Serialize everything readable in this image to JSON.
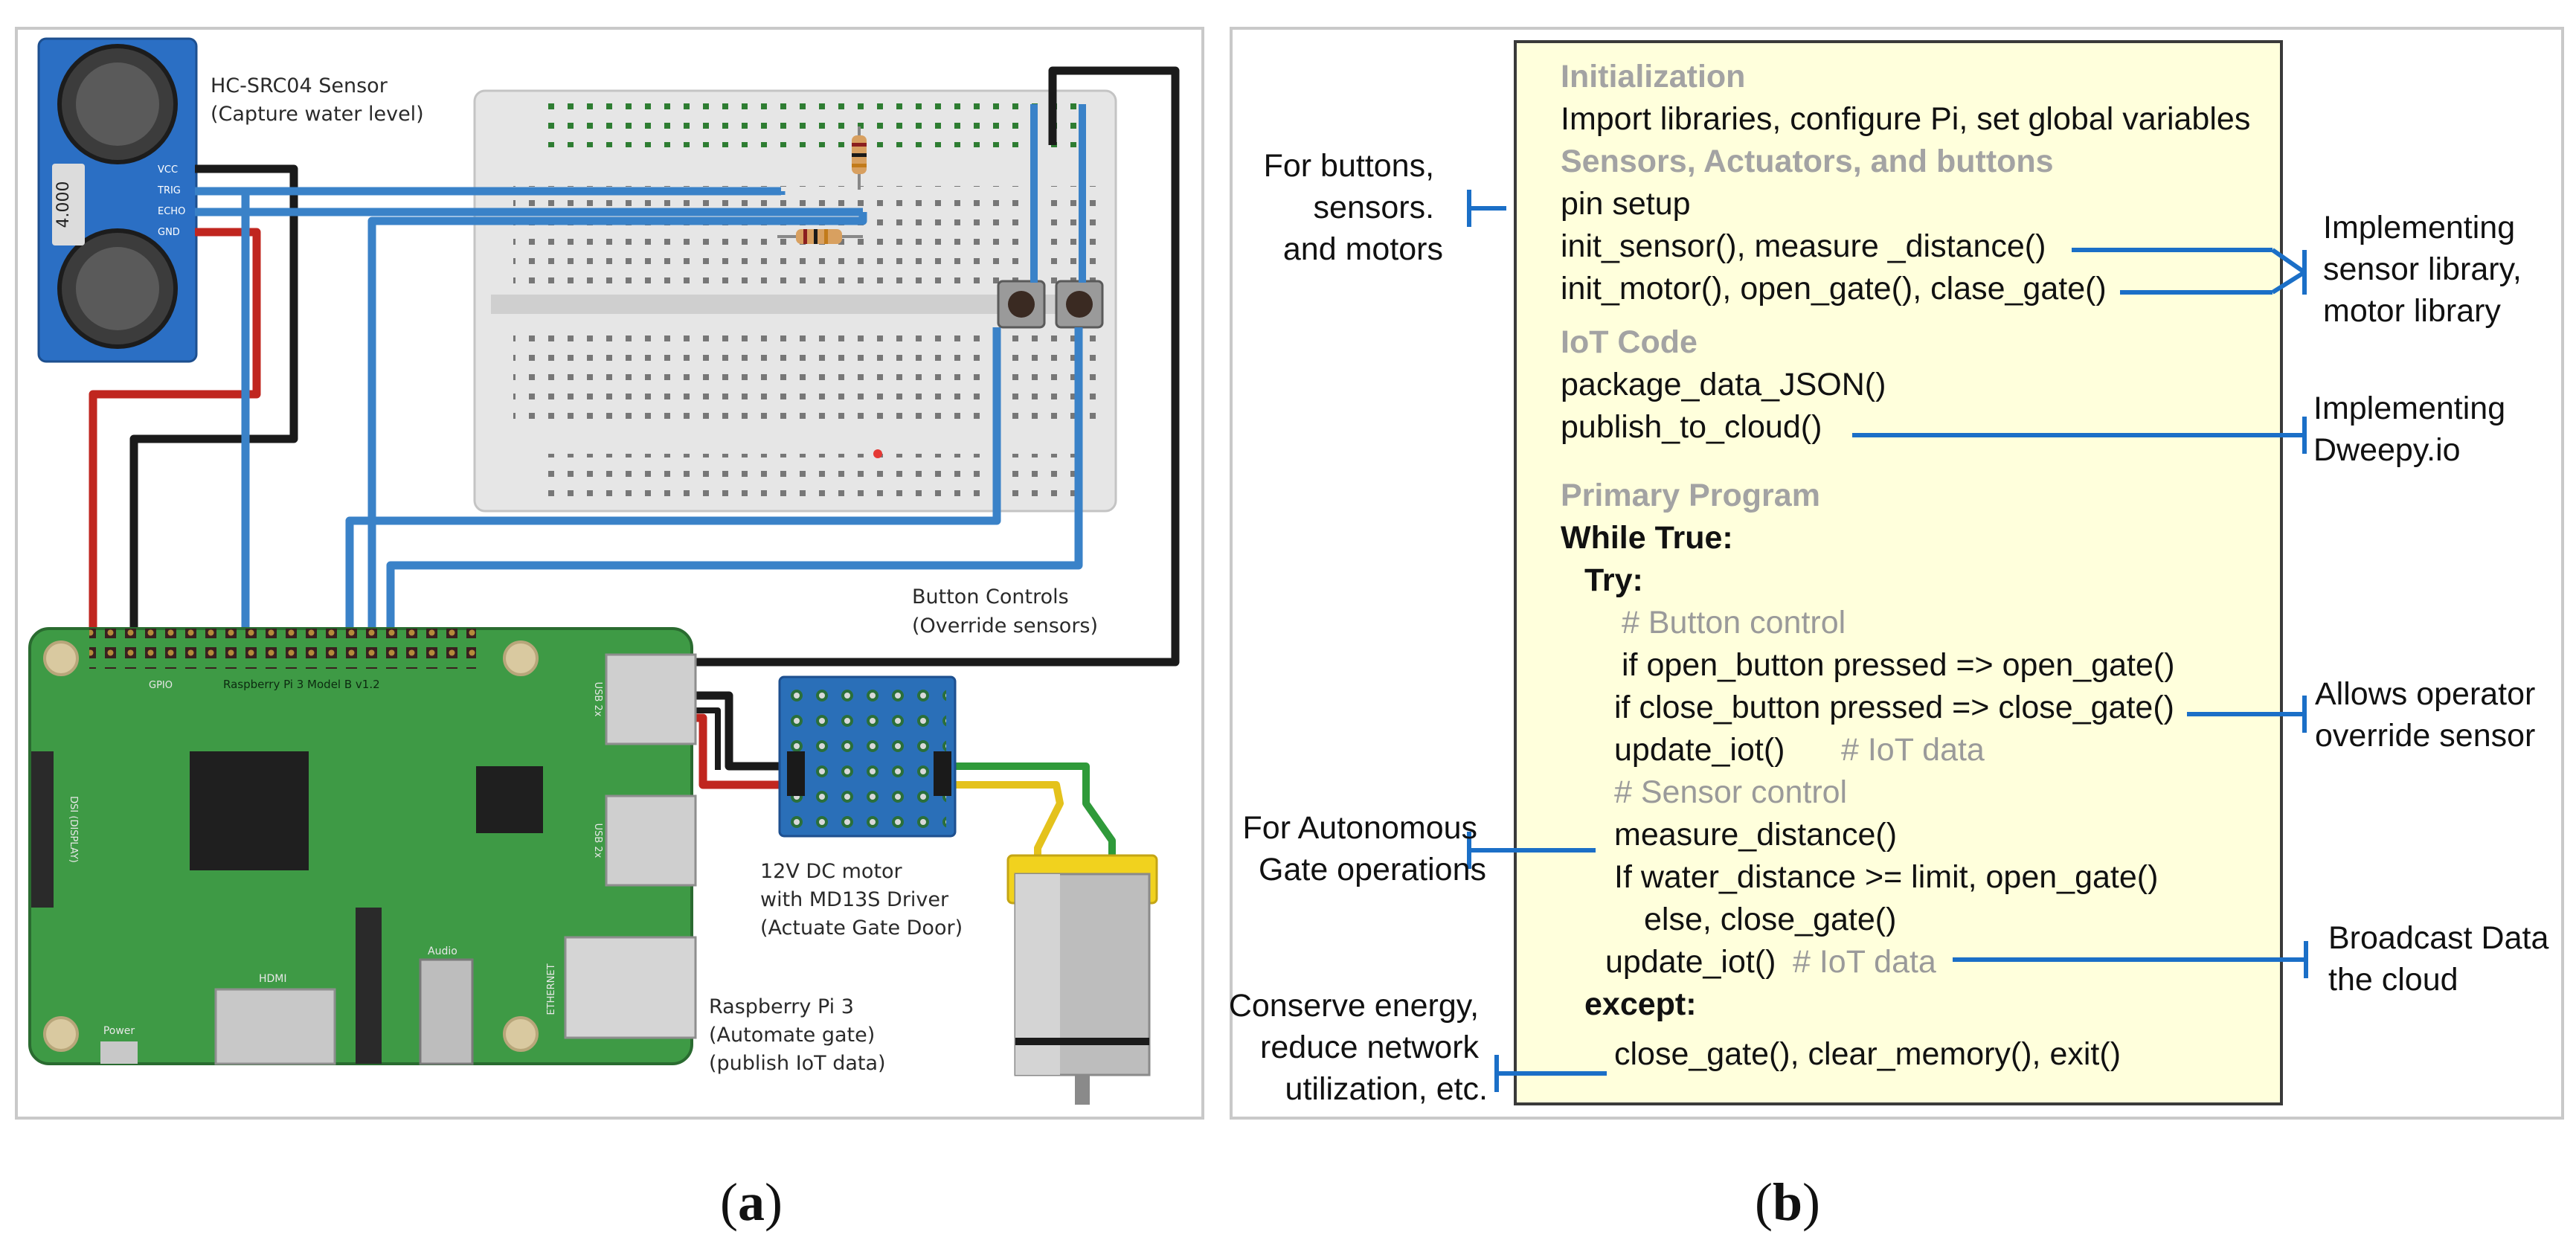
{
  "panel_a": {
    "caption_open": "(",
    "caption_letter": "a",
    "caption_close": ")",
    "labels": {
      "sensor_title": "HC-SRC04 Sensor",
      "sensor_sub": "(Capture water level)",
      "buttons_title": "Button Controls",
      "buttons_sub": "(Override sensors)",
      "motor_l1": "12V DC motor",
      "motor_l2": "with MD13S  Driver",
      "motor_l3": "(Actuate Gate Door)",
      "pi_l1": "Raspberry Pi 3",
      "pi_l2": "(Automate gate)",
      "pi_l3": "(publish IoT data)"
    },
    "board_marks": {
      "sensor_face": "4.000",
      "sensor_pins": [
        "VCC",
        "TRIG",
        "ECHO",
        "GND"
      ],
      "pi_model": "Raspberry Pi 3 Model B v1.2",
      "pi_gpio": "GPIO",
      "hdmi": "HDMI",
      "audio": "Audio",
      "ethernet": "ETHERNET",
      "usb_1": "USB 2x",
      "usb_2": "USB 2x",
      "dsi": "DSI (DISPLAY)",
      "power": "Power"
    },
    "colors": {
      "wire_blue": "#3a82c8",
      "wire_red": "#c0261f",
      "wire_black": "#1a1a1a",
      "wire_yellow": "#e4c21c",
      "wire_green": "#2f9a3a",
      "pcb_green": "#3e9a45",
      "sensor_blue": "#2b6fc4",
      "motor_yellow": "#f1d21e"
    }
  },
  "panel_b": {
    "caption_open": "(",
    "caption_letter": "b",
    "caption_close": ")",
    "code_lines": [
      {
        "text": "Initialization",
        "style": "h"
      },
      {
        "text": "Import libraries, configure Pi, set global variables",
        "style": "n"
      },
      {
        "text": "Sensors, Actuators, and buttons",
        "style": "h"
      },
      {
        "text": "pin setup",
        "style": "n"
      },
      {
        "text": "init_sensor(), measure _distance()",
        "style": "n"
      },
      {
        "text": "init_motor(), open_gate(), clase_gate()",
        "style": "n"
      },
      {
        "text": "IoT Code",
        "style": "h"
      },
      {
        "text": "package_data_JSON()",
        "style": "n"
      },
      {
        "text": "publish_to_cloud()",
        "style": "n"
      },
      {
        "text": "Primary Program",
        "style": "h"
      },
      {
        "text": "While True:",
        "style": "b"
      },
      {
        "text": "Try:",
        "style": "b"
      },
      {
        "text": "# Button control",
        "style": "c"
      },
      {
        "text": "if open_button pressed => open_gate()",
        "style": "n"
      },
      {
        "text": "if close_button pressed => close_gate()",
        "style": "n"
      },
      {
        "text": "update_iot()",
        "style": "n",
        "comment": "# IoT data"
      },
      {
        "text": "# Sensor control",
        "style": "c"
      },
      {
        "text": "measure_distance()",
        "style": "n"
      },
      {
        "text": "If water_distance >= limit, open_gate()",
        "style": "n"
      },
      {
        "text": "else, close_gate()",
        "style": "n"
      },
      {
        "text": "update_iot()",
        "style": "n",
        "comment": "# IoT data"
      },
      {
        "text": "except:",
        "style": "b"
      },
      {
        "text": "close_gate(), clear_memory(), exit()",
        "style": "n"
      }
    ],
    "annotations": {
      "left_buttons": [
        "For buttons,",
        "sensors.",
        "and motors"
      ],
      "left_autonomous": [
        "For Autonomous",
        "Gate operations"
      ],
      "left_conserve": [
        "Conserve energy,",
        "reduce network",
        "utilization, etc."
      ],
      "right_libraries": [
        "Implementing",
        "sensor library,",
        "motor library"
      ],
      "right_dweepy": [
        "Implementing",
        "Dweepy.io"
      ],
      "right_override": [
        "Allows operator",
        "override sensor"
      ],
      "right_broadcast": [
        "Broadcast Data",
        "the cloud"
      ]
    },
    "colors": {
      "code_box_fill": "#ffffdc",
      "connector_blue": "#1b6fc7"
    }
  }
}
